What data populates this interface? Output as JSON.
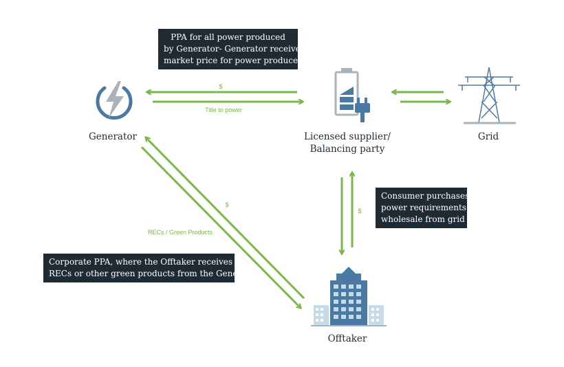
{
  "colors": {
    "arrow": "#7ab648",
    "callout_bg": "#1f2a33",
    "icon_blue": "#4a7aa3",
    "icon_gray": "#a9b3bb",
    "icon_light": "#c6dbe8"
  },
  "nodes": {
    "generator": {
      "label": "Generator",
      "icon": "lightning-bolt-icon"
    },
    "supplier": {
      "label_line1": "Licensed supplier/",
      "label_line2": "Balancing party",
      "icon": "battery-plug-icon"
    },
    "grid": {
      "label": "Grid",
      "icon": "transmission-tower-icon"
    },
    "offtaker": {
      "label": "Offtaker",
      "icon": "office-building-icon"
    }
  },
  "callouts": {
    "ppa": {
      "line1": "PPA for all power produced",
      "line2": "by Generator- Generator receives",
      "line3": "market price for power produced"
    },
    "consumer": {
      "line1": "Consumer purchases",
      "line2": "power requirements",
      "line3": "wholesale from grid"
    },
    "corporate": {
      "line1": "Corporate PPA, where the Offtaker receives",
      "line2": "RECs or other green products from the Generator"
    }
  },
  "flows": {
    "supplier_to_generator": "$",
    "generator_to_supplier": "Title to power",
    "offtaker_to_generator": "$",
    "generator_to_offtaker": "RECs / Green Products",
    "offtaker_to_supplier": "$"
  }
}
